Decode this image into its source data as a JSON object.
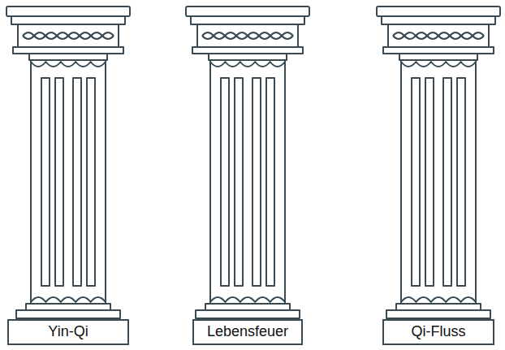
{
  "diagram": {
    "nodes": [
      {
        "text": [
          "Yin-Qi"
        ]
      },
      {
        "text": [
          "Lebensfeuer"
        ]
      },
      {
        "text": [
          "Qi-Fluss"
        ]
      }
    ]
  }
}
